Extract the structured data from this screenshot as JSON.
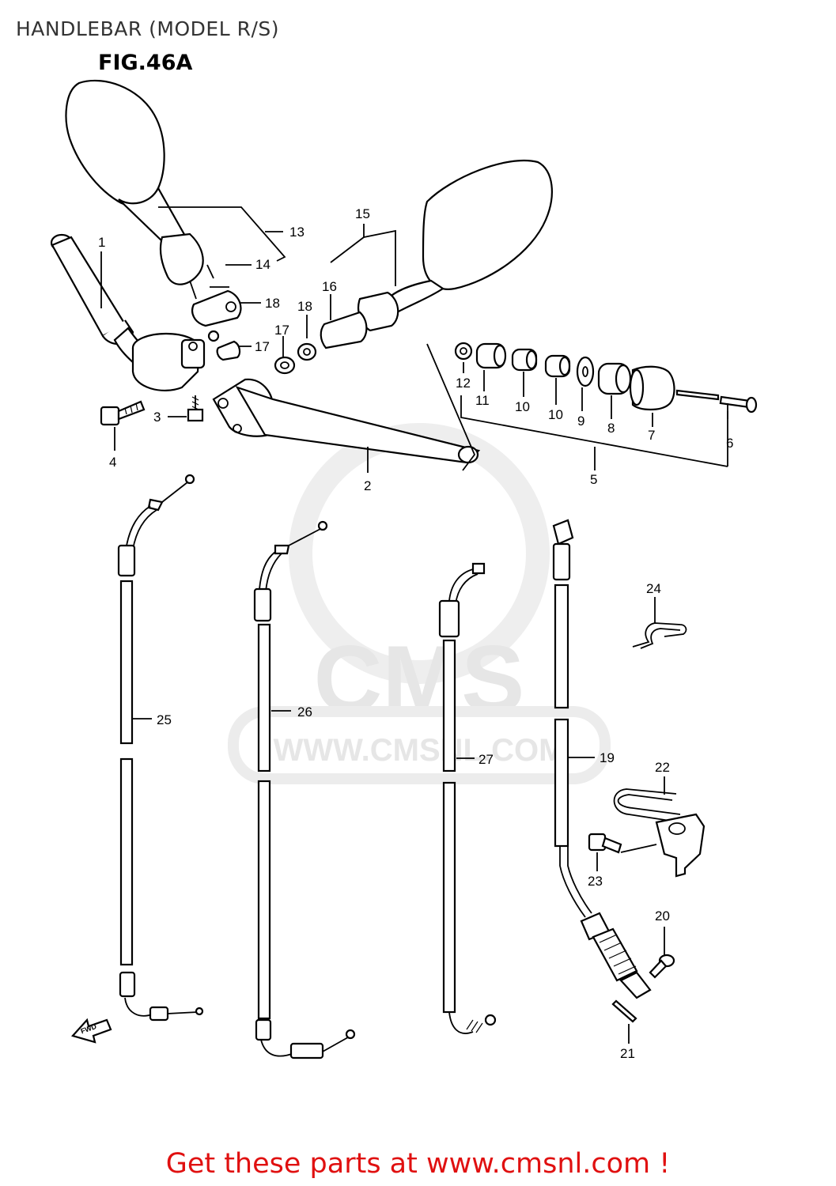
{
  "header": {
    "title": "HANDLEBAR (MODEL R/S)",
    "figure": "FIG.46A"
  },
  "watermark": {
    "logo_text": "CMS",
    "url_text": "WWW.CMSNL.COM"
  },
  "fwd_marker": "FWD",
  "callouts": [
    {
      "id": "c1",
      "label": "1"
    },
    {
      "id": "c2",
      "label": "2"
    },
    {
      "id": "c3",
      "label": "3"
    },
    {
      "id": "c4",
      "label": "4"
    },
    {
      "id": "c5",
      "label": "5"
    },
    {
      "id": "c6",
      "label": "6"
    },
    {
      "id": "c7",
      "label": "7"
    },
    {
      "id": "c8",
      "label": "8"
    },
    {
      "id": "c9",
      "label": "9"
    },
    {
      "id": "c10a",
      "label": "10"
    },
    {
      "id": "c10b",
      "label": "10"
    },
    {
      "id": "c11",
      "label": "11"
    },
    {
      "id": "c12",
      "label": "12"
    },
    {
      "id": "c13",
      "label": "13"
    },
    {
      "id": "c14",
      "label": "14"
    },
    {
      "id": "c15",
      "label": "15"
    },
    {
      "id": "c16",
      "label": "16"
    },
    {
      "id": "c17a",
      "label": "17"
    },
    {
      "id": "c17b",
      "label": "17"
    },
    {
      "id": "c18a",
      "label": "18"
    },
    {
      "id": "c18b",
      "label": "18"
    },
    {
      "id": "c19",
      "label": "19"
    },
    {
      "id": "c20",
      "label": "20"
    },
    {
      "id": "c21",
      "label": "21"
    },
    {
      "id": "c22",
      "label": "22"
    },
    {
      "id": "c23",
      "label": "23"
    },
    {
      "id": "c24",
      "label": "24"
    },
    {
      "id": "c25",
      "label": "25"
    },
    {
      "id": "c26",
      "label": "26"
    },
    {
      "id": "c27",
      "label": "27"
    }
  ],
  "footer": {
    "cta": "Get these parts at www.cmsnl.com !"
  },
  "colors": {
    "cta": "#e01010",
    "watermark": "#e6e6e6",
    "line": "#000000"
  }
}
